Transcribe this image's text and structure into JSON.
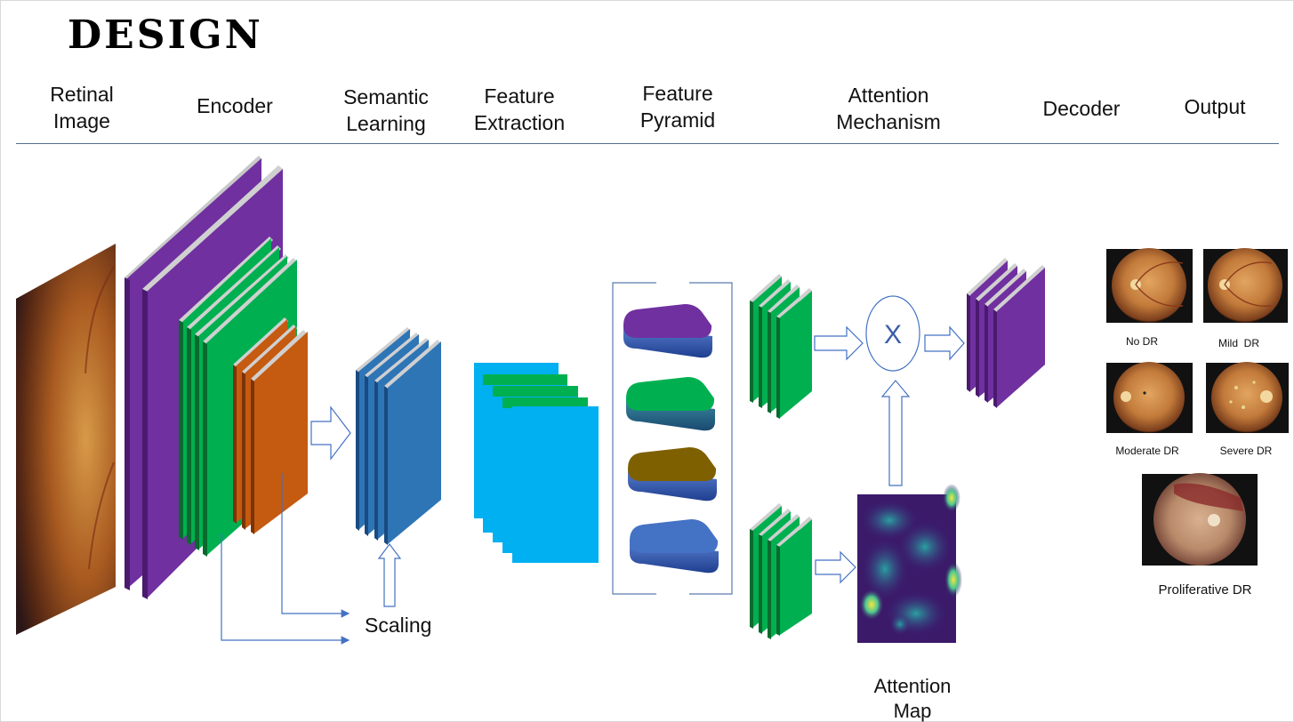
{
  "title": "DESIGN",
  "stages": [
    [
      "Retinal",
      "Image"
    ],
    [
      "Encoder"
    ],
    [
      "Semantic",
      "Learning"
    ],
    [
      "Feature",
      "Extraction"
    ],
    [
      "Feature",
      "Pyramid"
    ],
    [
      "Attention",
      "Mechanism"
    ],
    [
      "Decoder"
    ],
    [
      "Output"
    ]
  ],
  "labels": {
    "scaling": "Scaling",
    "multiply": "X",
    "attention_map": [
      "Attention",
      "Map"
    ]
  },
  "outputs": [
    "No DR",
    "Mild  DR",
    "Moderate DR",
    "Severe DR",
    "Proliferative DR"
  ],
  "colors": {
    "purple": "#7030a0",
    "green": "#00b050",
    "orange": "#c55a11",
    "blue": "#2e75b6",
    "cyan": "#00b0f0",
    "olive": "#7f6000",
    "royal": "#4472c4",
    "arrow": "#4472c4",
    "rule": "#4f6f8f"
  }
}
